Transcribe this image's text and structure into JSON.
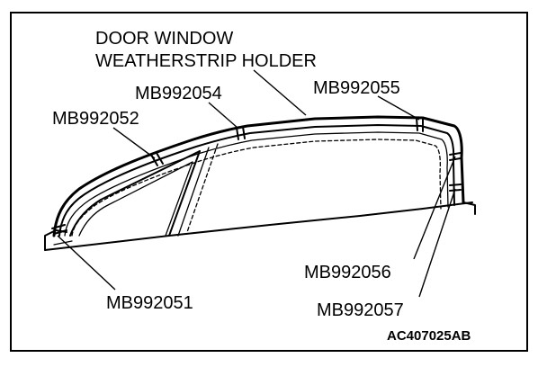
{
  "labels": {
    "title_line1": "DOOR WINDOW",
    "title_line2": "WEATHERSTRIP HOLDER",
    "tool_2054": "MB992054",
    "tool_2055": "MB992055",
    "tool_2052": "MB992052",
    "tool_2051": "MB992051",
    "tool_2056": "MB992056",
    "tool_2057": "MB992057"
  },
  "figure_code": "AC407025AB"
}
